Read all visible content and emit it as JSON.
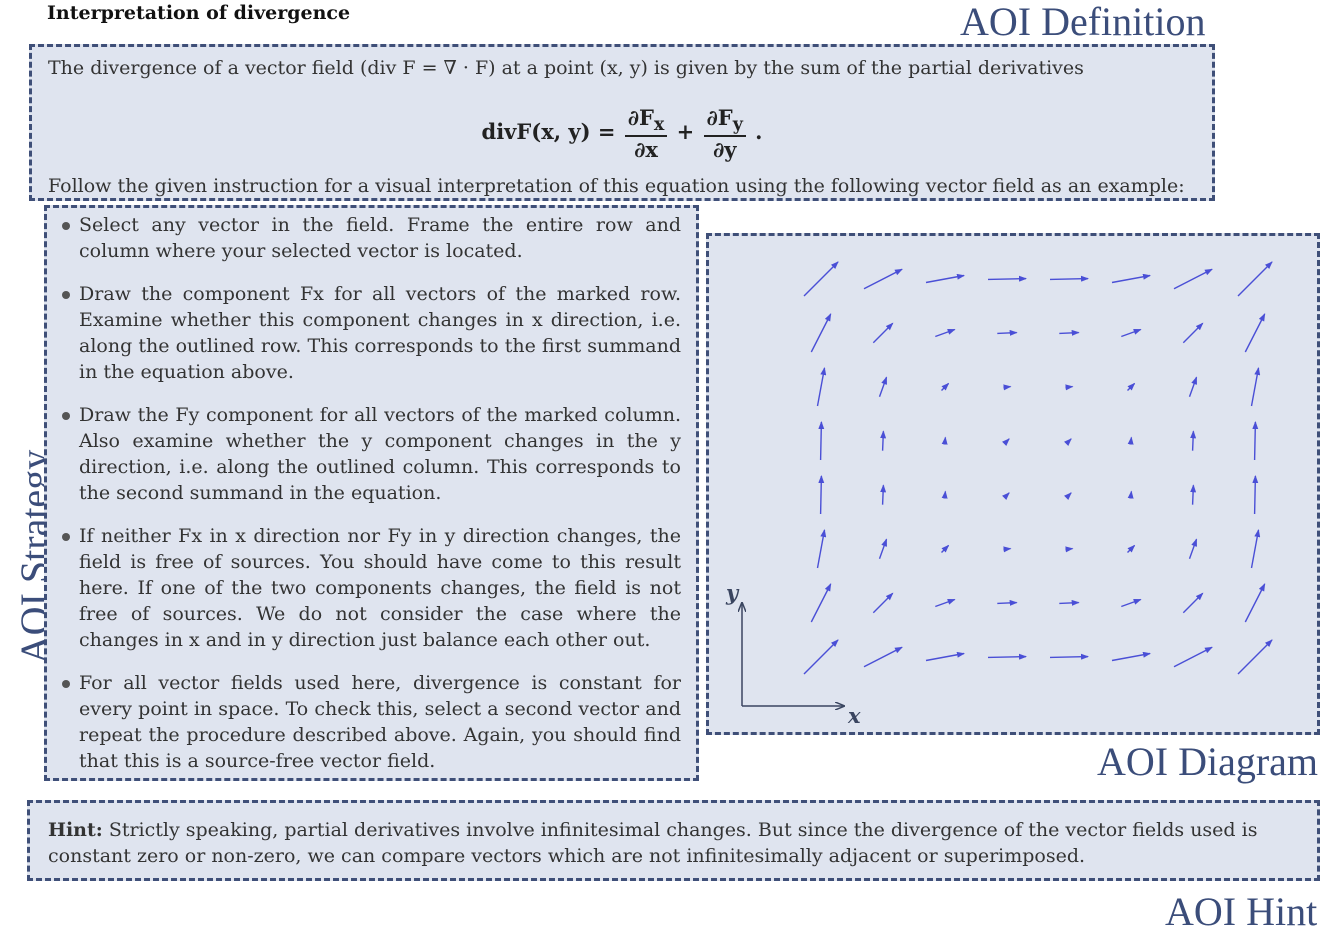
{
  "header": {
    "title": "Interpretation of divergence"
  },
  "aoi_labels": {
    "definition": "AOI Definition",
    "strategy": "AOI Strategy",
    "diagram": "AOI Diagram",
    "hint": "AOI Hint"
  },
  "definition": {
    "line1": "The divergence of a vector field (div F = ∇ · F) at a point (x, y) is given by the sum of the partial derivatives",
    "formula_lhs": "divF(x, y) =",
    "formula_num1": "∂F",
    "formula_num1_sub": "x",
    "formula_den1": "∂x",
    "formula_plus": "+",
    "formula_num2": "∂F",
    "formula_num2_sub": "y",
    "formula_den2": "∂y",
    "formula_end": ".",
    "line2": "Follow the given instruction for a visual interpretation of this equation using the following vector field as an example:"
  },
  "strategy": {
    "items": [
      "Select any vector in the field. Frame the entire row and column where your selected vector is located.",
      "Draw the component Fx for all vectors of the marked row. Examine whether this component changes in x direction, i.e. along the outlined row. This corresponds to the first summand in the equation above.",
      "Draw the Fy component for all vectors of the marked column. Also examine whether the y component changes in the y direction, i.e. along the outlined column. This corresponds to the second summand in the equation.",
      "If neither Fx in x direction nor Fy in y direction changes, the field is free of sources. You should have come to this result here. If one of the two components changes, the field is not free of sources. We do not consider the case where the changes in x and in y direction just balance each other out.",
      "For all vector fields used here, divergence is constant for every point in space. To check this, select a second vector and repeat the procedure described above. Again, you should find that this is a source-free vector field."
    ]
  },
  "diagram": {
    "axis_x_label": "x",
    "axis_y_label": "y",
    "arrow_color": "#4a4fd6",
    "axis_color": "#3a4560"
  },
  "hint": {
    "label": "Hint:",
    "text": "Strictly speaking, partial derivatives involve infinitesimal changes. But since the divergence of the vector fields used is constant zero or non-zero, we can compare vectors which are not infinitesimally adjacent or superimposed."
  }
}
